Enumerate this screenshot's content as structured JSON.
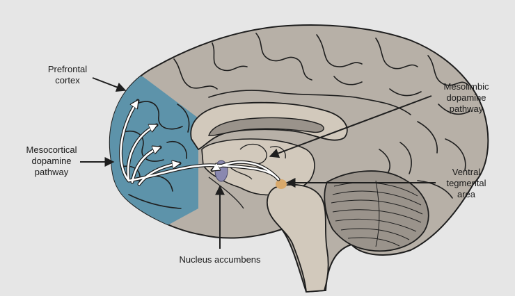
{
  "labels": {
    "prefrontal_cortex": [
      "Prefrontal",
      "cortex"
    ],
    "mesocortical_pathway": [
      "Mesocortical",
      "dopamine",
      "pathway"
    ],
    "mesolimbic_pathway": [
      "Mesolimbic",
      "dopamine",
      "pathway"
    ],
    "ventral_tegmental_area": [
      "Ventral",
      "tegmental",
      "area"
    ],
    "nucleus_accumbens": "Nucleus accumbens"
  },
  "colors": {
    "background": "#e6e6e6",
    "brain": "#b7b0a7",
    "inner_structures": "#d2c9bc",
    "cerebellum": "#9a938b",
    "prefrontal_highlight": "#5d93aa",
    "nucleus_accumbens": "#8a88b0",
    "ventral_tegmental_area": "#d9a96b",
    "outline": "#1e1e1e"
  },
  "icons": {
    "pathway_arrows": "white-arrow",
    "pointer_arrows": "black-arrow"
  }
}
